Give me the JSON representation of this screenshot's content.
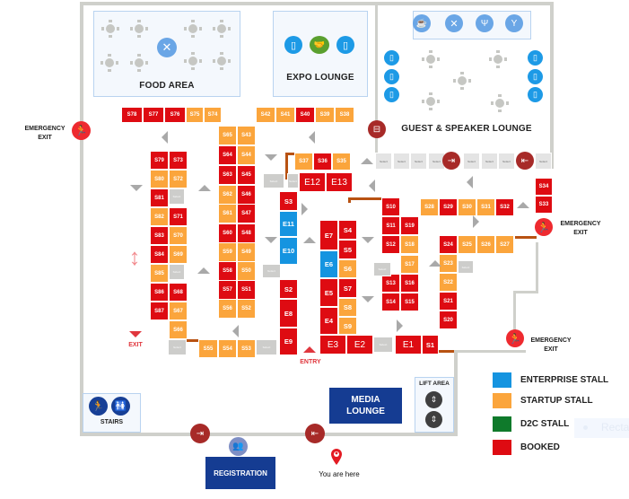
{
  "zones": {
    "food_area": "FOOD AREA",
    "expo_lounge": "EXPO LOUNGE",
    "guest_lounge": "GUEST & SPEAKER LOUNGE",
    "stairs": "STAIRS",
    "lift_area": "LIFT AREA",
    "media_lounge_line1": "MEDIA",
    "media_lounge_line2": "LOUNGE",
    "registration": "REGISTRATION"
  },
  "labels": {
    "emergency_exit_line1": "EMERGENCY",
    "emergency_exit_line2": "EXIT",
    "exit": "EXIT",
    "entry": "ENTRY",
    "you_are_here": "You are here",
    "ghost_tooltip": "Recta"
  },
  "legend": [
    {
      "label": "ENTERPRISE STALL",
      "color": "#1594e0"
    },
    {
      "label": "STARTUP STALL",
      "color": "#fba53c"
    },
    {
      "label": "D2C STALL",
      "color": "#0f7a2b"
    },
    {
      "label": "BOOKED",
      "color": "#de0b12"
    }
  ],
  "stalls": {
    "S78": "booked",
    "S77": "booked",
    "S76": "booked",
    "S75": "startup",
    "S74": "startup",
    "S42": "startup",
    "S41": "startup",
    "S40": "booked",
    "S39": "startup",
    "S38": "startup",
    "S65": "startup",
    "S43": "startup",
    "S64": "booked",
    "S44": "startup",
    "S63": "booked",
    "S45": "booked",
    "S62": "startup",
    "S46": "booked",
    "S61": "startup",
    "S47": "booked",
    "S60": "booked",
    "S48": "booked",
    "S59": "startup",
    "S49": "startup",
    "S58": "booked",
    "S50": "startup",
    "S57": "booked",
    "S51": "booked",
    "S56": "startup",
    "S52": "startup",
    "S79": "booked",
    "S73": "booked",
    "S80": "startup",
    "S72": "startup",
    "S81": "booked",
    "S82": "startup",
    "S71": "booked",
    "S83": "booked",
    "S70": "startup",
    "S84": "booked",
    "S69": "startup",
    "S85": "startup",
    "S86": "booked",
    "S68": "booked",
    "S87": "booked",
    "S67": "startup",
    "S66": "startup",
    "S55": "startup",
    "S54": "startup",
    "S53": "startup",
    "S37": "startup",
    "S36": "booked",
    "S35": "startup",
    "E12": "booked",
    "E13": "booked",
    "S3": "booked",
    "E11": "enterprise",
    "E10": "enterprise",
    "S2": "booked",
    "E8": "booked",
    "E9": "booked",
    "E7": "booked",
    "S4": "booked",
    "S5": "booked",
    "E6": "enterprise",
    "S6": "startup",
    "E5": "booked",
    "S7": "booked",
    "S8": "startup",
    "E4": "booked",
    "S9": "startup",
    "E3": "booked",
    "E2": "booked",
    "E1": "booked",
    "S1": "booked",
    "S10": "booked",
    "S11": "booked",
    "S19": "booked",
    "S12": "booked",
    "S18": "startup",
    "S17": "startup",
    "S13": "booked",
    "S16": "booked",
    "S14": "booked",
    "S15": "booked",
    "S28": "startup",
    "S29": "booked",
    "S30": "startup",
    "S31": "startup",
    "S32": "booked",
    "S34": "booked",
    "S33": "booked",
    "S24": "booked",
    "S25": "startup",
    "S26": "startup",
    "S27": "startup",
    "S23": "startup",
    "S22": "startup",
    "S21": "booked",
    "S20": "booked"
  },
  "blank_stall_label": "Select",
  "icons": {
    "food": "fork-spoon-icon",
    "expo": [
      "door-icon",
      "handshake-icon",
      "door-icon"
    ],
    "guest_amenities": [
      "coffee-icon",
      "fork-spoon-icon",
      "fork-knife-icon",
      "cocktail-icon"
    ],
    "stairs": "stairs-icon",
    "restroom": "restroom-icon",
    "lift": "elevator-icon",
    "registration": "people-icon",
    "location": "location-pin-icon"
  }
}
